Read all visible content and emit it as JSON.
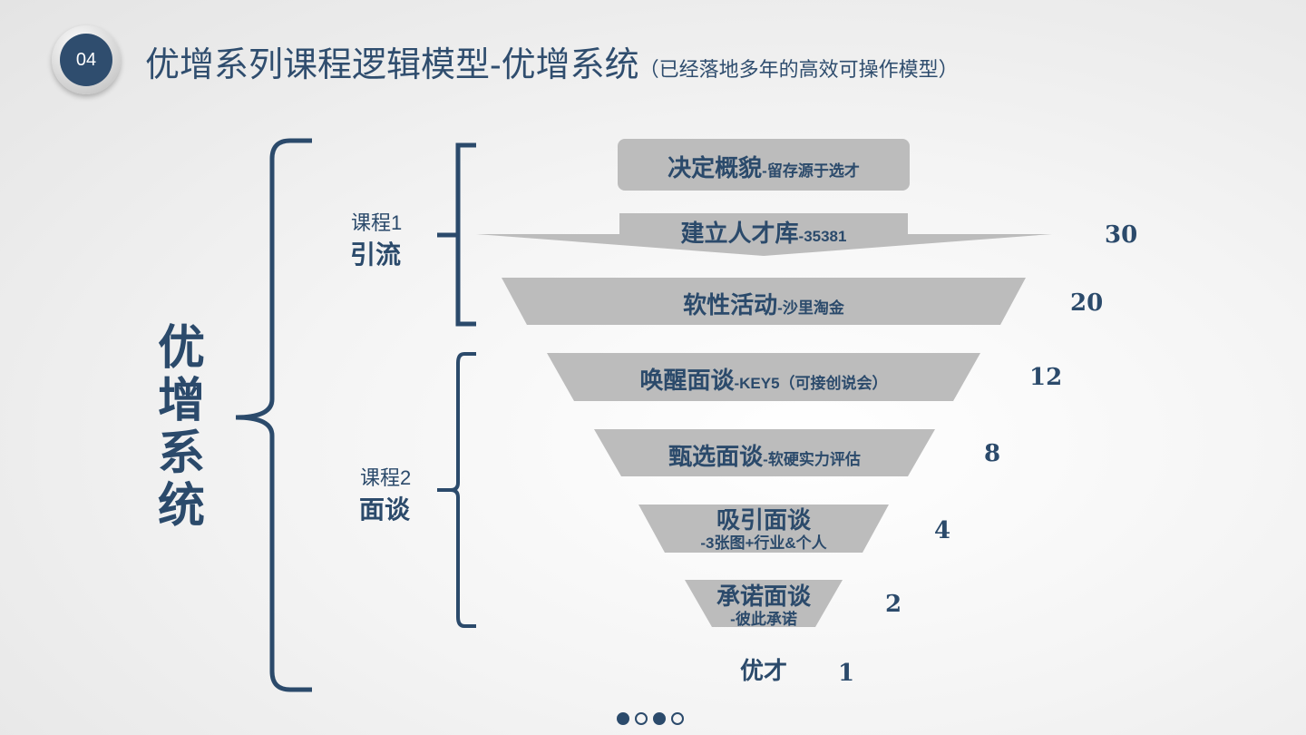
{
  "slide_number": "04",
  "title": "优增系列课程逻辑模型-优增系统",
  "subtitle": "（已经落地多年的高效可操作模型）",
  "system_label": "优增系统",
  "courses": [
    {
      "label": "课程1",
      "name": "引流"
    },
    {
      "label": "课程2",
      "name": "面谈"
    }
  ],
  "stages": [
    {
      "main": "决定概貌",
      "sub": "-留存源于选才",
      "number": ""
    },
    {
      "main": "建立人才库",
      "sub": "-35381",
      "number": "30"
    },
    {
      "main": "软性活动",
      "sub": "-沙里淘金",
      "number": "20"
    },
    {
      "main": "唤醒面谈",
      "sub": "-KEY5（可接创说会）",
      "number": "12"
    },
    {
      "main": "甄选面谈",
      "sub": "-软硬实力评估",
      "number": "8"
    },
    {
      "main": "吸引面谈",
      "sub": "-3张图+行业&个人",
      "number": "4"
    },
    {
      "main": "承诺面谈",
      "sub": "-彼此承诺",
      "number": "2"
    },
    {
      "main": "优才",
      "sub": "",
      "number": "1"
    }
  ],
  "colors": {
    "accent": "#2b4a6b",
    "shape_fill": "#bcbcbc"
  },
  "pager": {
    "total": 4,
    "filled": [
      1,
      3
    ]
  }
}
